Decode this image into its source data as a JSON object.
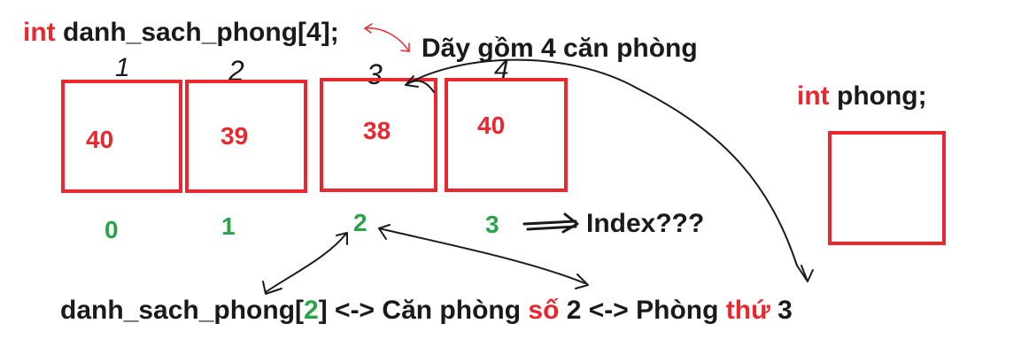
{
  "declaration": {
    "type": "int",
    "name": "danh_sach_phong[4];"
  },
  "array_caption": "Dãy gồm 4 căn phòng",
  "ordinal_marks": [
    "1",
    "2",
    "3",
    "4"
  ],
  "cells": [
    {
      "value": "40",
      "index": "0"
    },
    {
      "value": "39",
      "index": "1"
    },
    {
      "value": "38",
      "index": "2"
    },
    {
      "value": "40",
      "index": "3"
    }
  ],
  "index_label": "Index???",
  "single_var": {
    "type": "int",
    "name": "phong;"
  },
  "bottom_line": {
    "access_prefix": "danh_sach_phong[",
    "access_index": "2",
    "access_suffix": "] <-> Căn phòng ",
    "word_so": "số",
    "mid": " 2 <-> Phòng ",
    "word_thu": "thứ",
    "end": " 3"
  },
  "colors": {
    "red": "#e8282e",
    "green": "#2aa24a",
    "ink": "#1a1a1a"
  }
}
